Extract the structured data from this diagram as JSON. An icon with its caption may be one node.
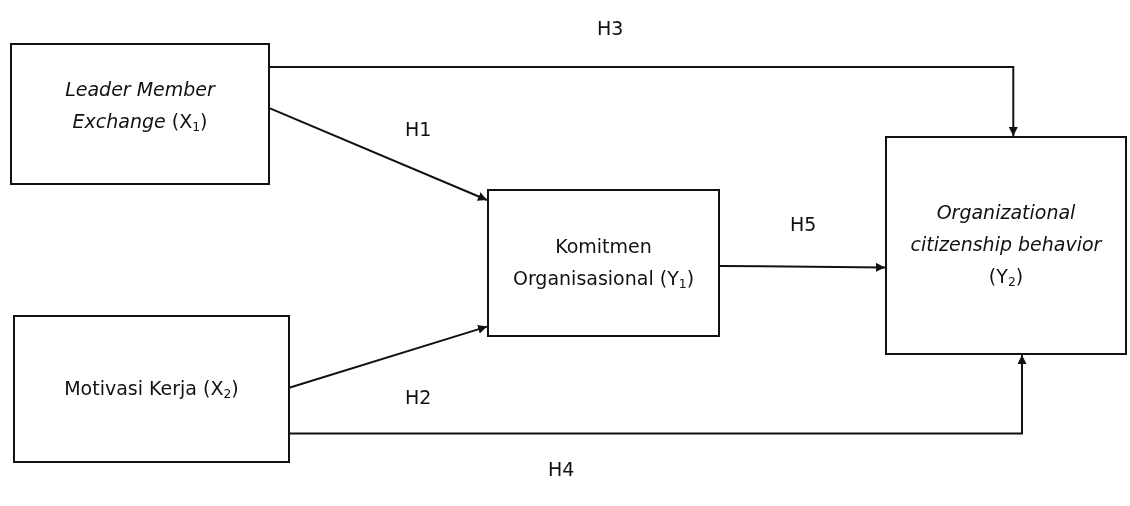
{
  "diagram": {
    "nodes": [
      {
        "text": [
          "*Leader Member Exchange* (X$_{1}$)"
        ]
      },
      {
        "text": [
          "Motivasi Kerja (X$_{2}$)"
        ]
      },
      {
        "text": [
          "Komitmen Organisasional (Y$_{1}$)"
        ]
      },
      {
        "text": [
          "*Organizational citizenship behavior* (Y$_{2}$)"
        ]
      }
    ],
    "edges": [
      {
        "from": 0,
        "to": 2,
        "arrow": "to",
        "label": "H1"
      },
      {
        "from": 1,
        "to": 2,
        "arrow": "to",
        "label": "H2"
      },
      {
        "from": 0,
        "to": 3,
        "arrow": "to",
        "label": "H3"
      },
      {
        "from": 1,
        "to": 3,
        "arrow": "to",
        "label": "H4"
      },
      {
        "from": 2,
        "to": 3,
        "arrow": "to",
        "label": "H5"
      }
    ]
  }
}
